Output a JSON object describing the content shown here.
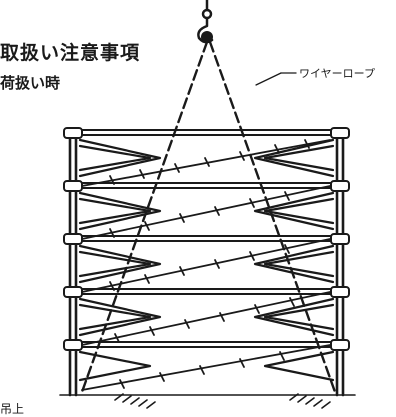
{
  "heading": {
    "title": "取扱い注意事項",
    "subtitle": "荷扱い時"
  },
  "callouts": {
    "wire_rope": "ワイヤーロープ"
  },
  "footer": {
    "partial_label": "吊上"
  }
}
